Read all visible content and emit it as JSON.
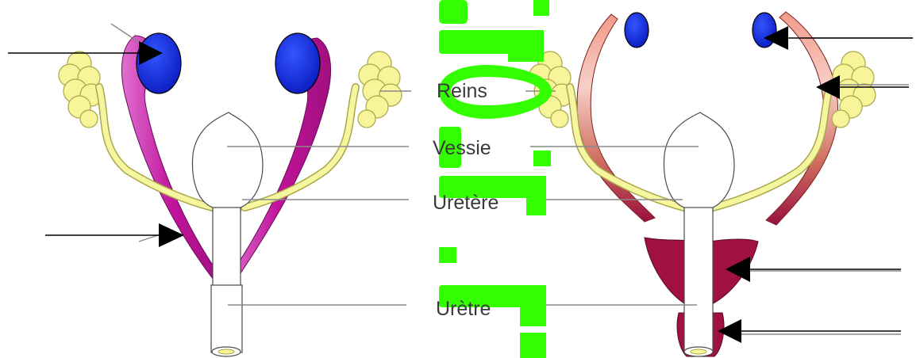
{
  "labels": {
    "kidneys": "Reins",
    "bladder": "Vessie",
    "ureter": "Uretère",
    "urethra": "Urètre"
  },
  "watermark": {
    "text": "Pronote.fr",
    "color": "#33ff00"
  },
  "colors": {
    "kidney_fill": "#f7f49a",
    "testis_fill": "#1a33e6",
    "left_duct": "#c0139a",
    "right_duct_light": "#f0b0a8",
    "right_duct_dark": "#a01040",
    "prostate": "#a01040",
    "bladder_fill": "#ffffff"
  }
}
